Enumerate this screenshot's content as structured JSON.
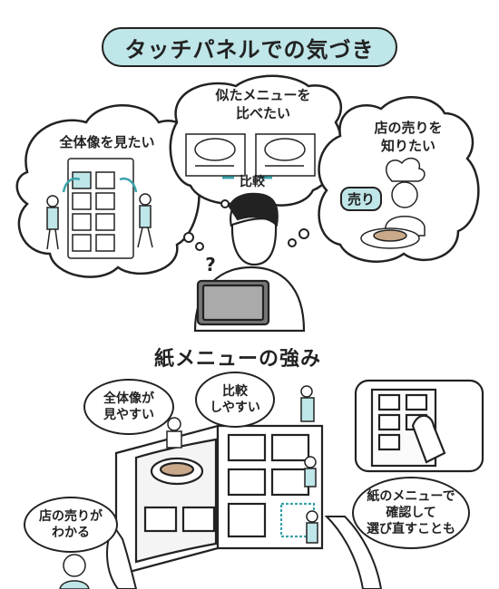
{
  "title": "タッチパネルでの気づき",
  "thoughts": {
    "overview": "全体像を見たい",
    "compare_line1": "似たメニューを",
    "compare_line2": "比べたい",
    "compare_tag": "比較",
    "selling_line1": "店の売りを",
    "selling_line2": "知りたい",
    "selling_tag": "売り",
    "question_mark": "?"
  },
  "section2_title": "紙メニューの強み",
  "bubbles": {
    "overview_l1": "全体像が",
    "overview_l2": "見やすい",
    "compare_l1": "比較",
    "compare_l2": "しやすい",
    "selling_l1": "店の売りが",
    "selling_l2": "わかる",
    "reselect_l1": "紙のメニューで",
    "reselect_l2": "確認して",
    "reselect_l3": "選び直すことも"
  },
  "colors": {
    "accent": "#bfe6e8",
    "ink": "#222222"
  },
  "icons": [
    "tablet-icon",
    "chef-icon",
    "steak-plate-icon",
    "book-icon",
    "hand-icon"
  ]
}
